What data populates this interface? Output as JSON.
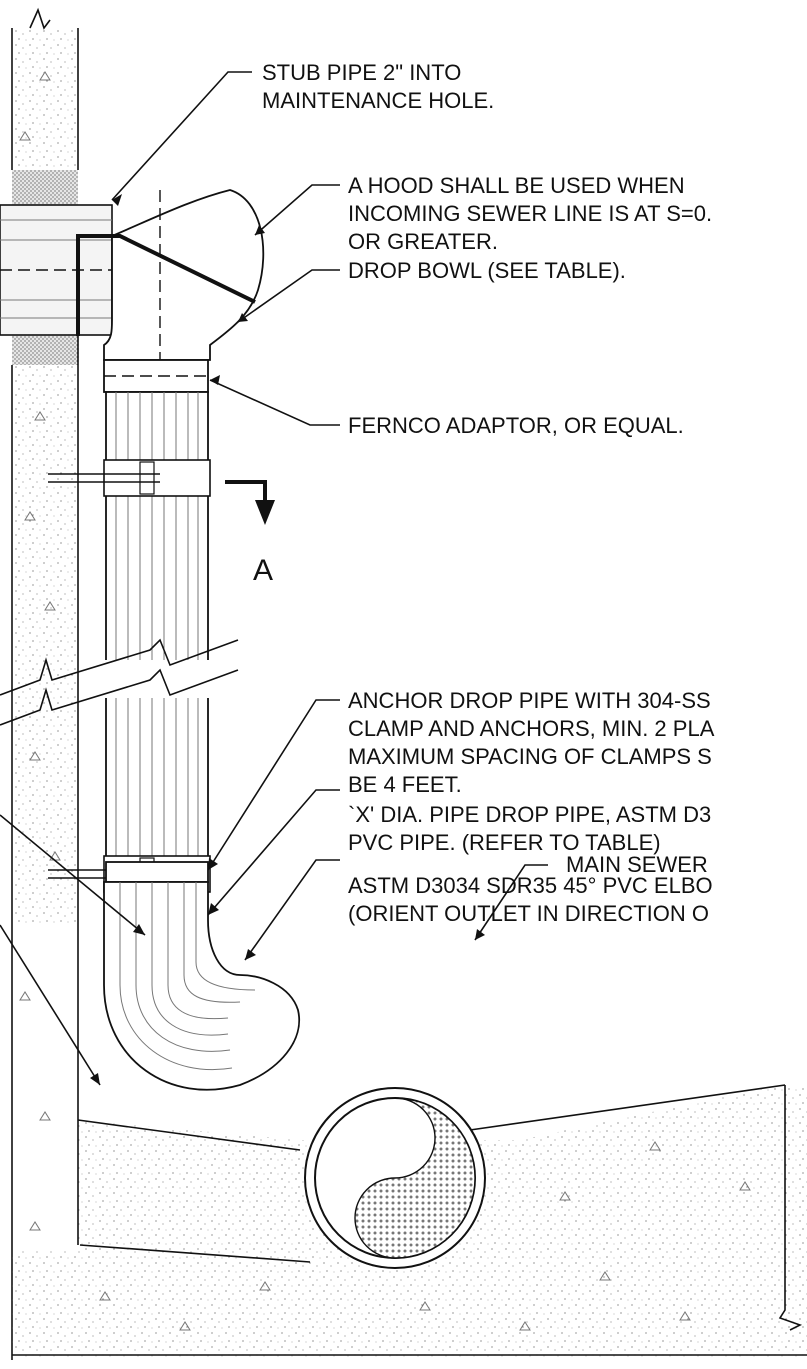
{
  "labels": {
    "stub_pipe": [
      "STUB PIPE 2\" INTO",
      "MAINTENANCE HOLE."
    ],
    "hood": [
      "A HOOD SHALL BE USED WHEN",
      "INCOMING SEWER LINE IS AT S=0.",
      "OR GREATER."
    ],
    "drop_bowl": "DROP BOWL (SEE TABLE).",
    "fernco": "FERNCO ADAPTOR, OR EQUAL.",
    "anchor": [
      "ANCHOR DROP PIPE WITH 304-SS",
      "CLAMP AND ANCHORS, MIN. 2 PLA",
      "MAXIMUM SPACING OF CLAMPS S",
      "BE  4 FEET."
    ],
    "drop_pipe": [
      "`X' DIA. PIPE DROP PIPE, ASTM D3",
      "PVC PIPE. (REFER TO TABLE)"
    ],
    "elbow": [
      "ASTM D3034 SDR35 45° PVC ELBO",
      "(ORIENT OUTLET IN DIRECTION O"
    ],
    "main_sewer": "MAIN SEWER",
    "section_marker": "A"
  },
  "colors": {
    "ink": "#111111",
    "concrete": "#ffffff",
    "mortar": "#cfcfcf",
    "sewer_flow": "#9a9a9a"
  }
}
